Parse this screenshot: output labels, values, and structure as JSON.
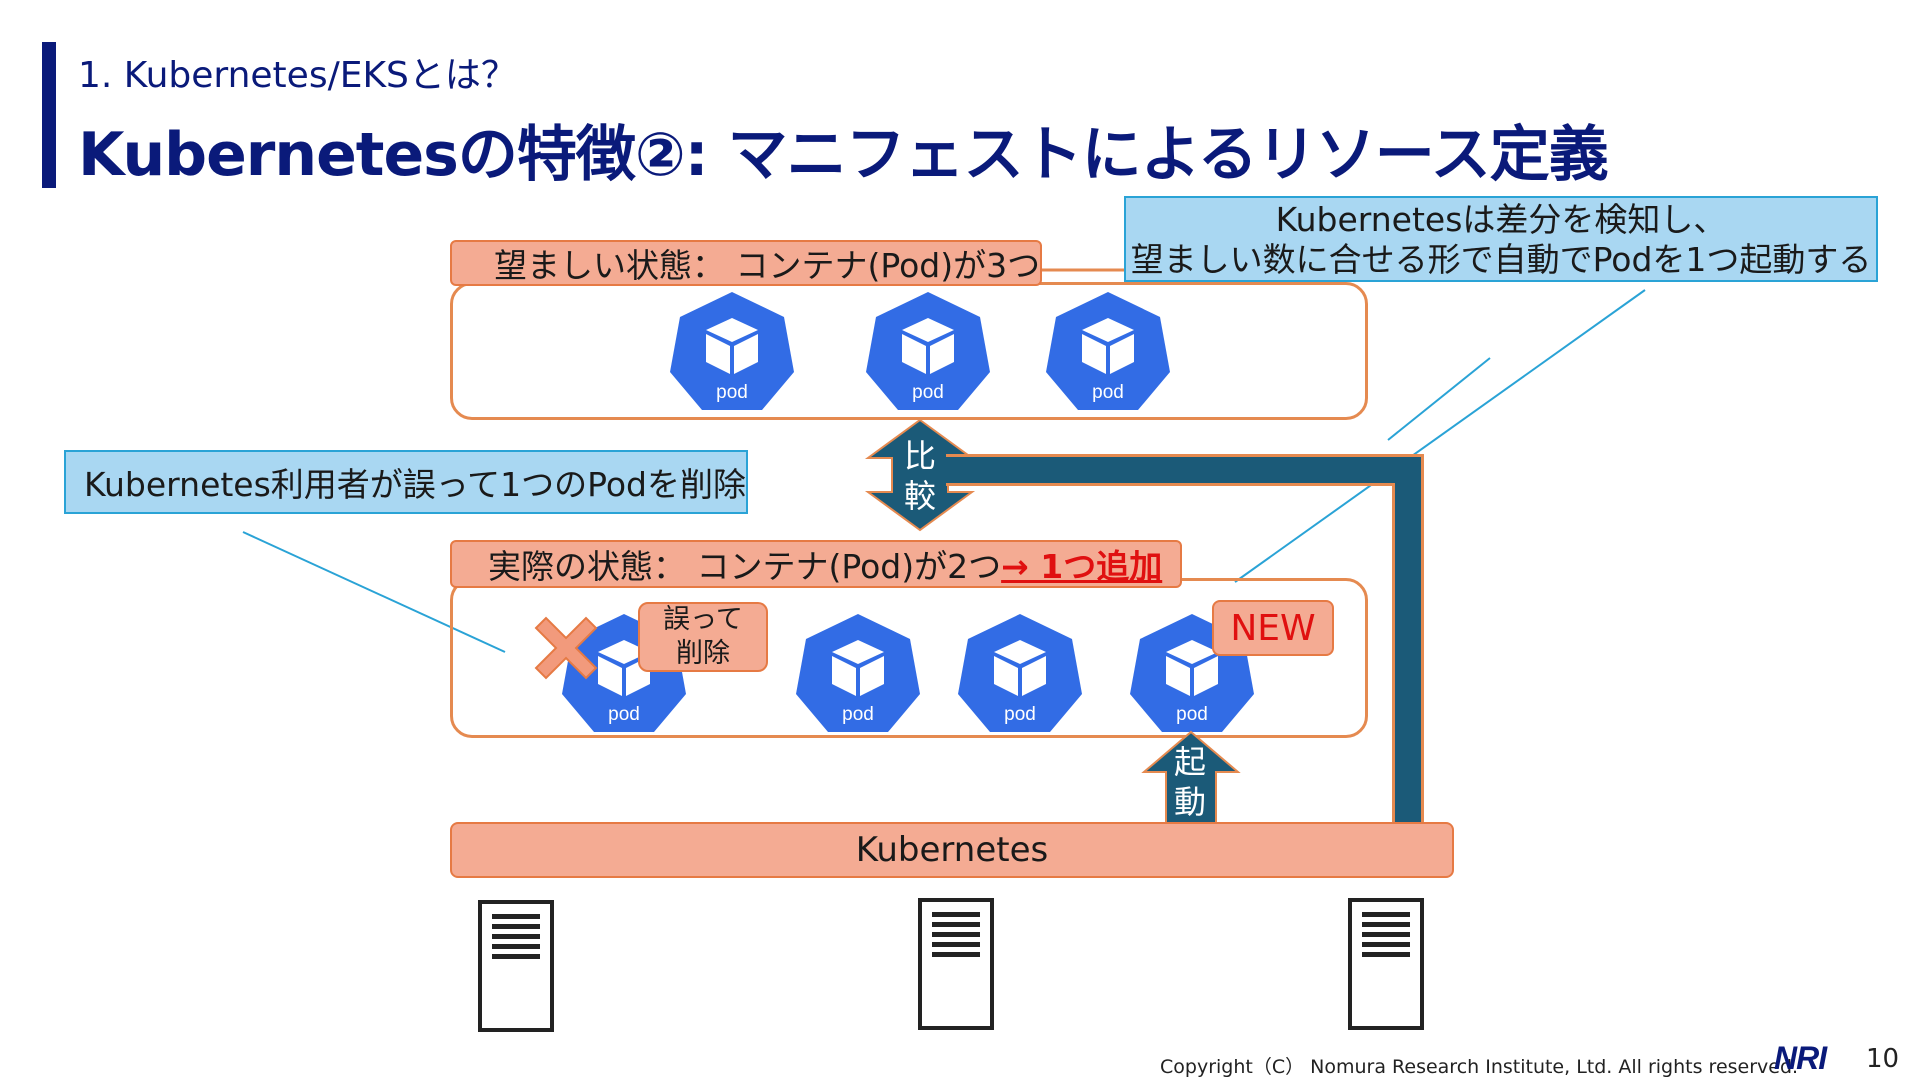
{
  "header": {
    "section": "1. Kubernetes/EKSとは？",
    "title": "Kubernetesの特徴②: マニフェストによるリソース定義"
  },
  "desired": {
    "label": "望ましい状態： コンテナ(Pod)が3つ",
    "pods": [
      "pod",
      "pod",
      "pod"
    ]
  },
  "actual": {
    "label_main": "実際の状態： コンテナ(Pod)が2つ ",
    "label_action": "→ 1つ追加",
    "pods": [
      "pod",
      "pod",
      "pod",
      "pod"
    ]
  },
  "callouts": {
    "k8s_detect_line1": "Kubernetesは差分を検知し、",
    "k8s_detect_line2": "望ましい数に合せる形で自動でPodを1つ起動する",
    "user_delete": "Kubernetes利用者が誤って1つのPodを削除"
  },
  "labels": {
    "deleted_line1": "誤って",
    "deleted_line2": "削除",
    "new": "NEW",
    "compare_1": "比",
    "compare_2": "較",
    "launch_1": "起",
    "launch_2": "動",
    "kubernetes": "Kubernetes"
  },
  "footer": {
    "copyright": "Copyright（C） Nomura Research Institute, Ltd. All rights reserved.",
    "logo": "NRI",
    "page": "10"
  },
  "colors": {
    "navy": "#0a1a7a",
    "pod_blue": "#326ce5",
    "salmon": "#f4ab93",
    "orange_border": "#e67a44",
    "callout_blue": "#a9d7f2",
    "arrow_dark": "#1b5a78",
    "red": "#e01010"
  }
}
